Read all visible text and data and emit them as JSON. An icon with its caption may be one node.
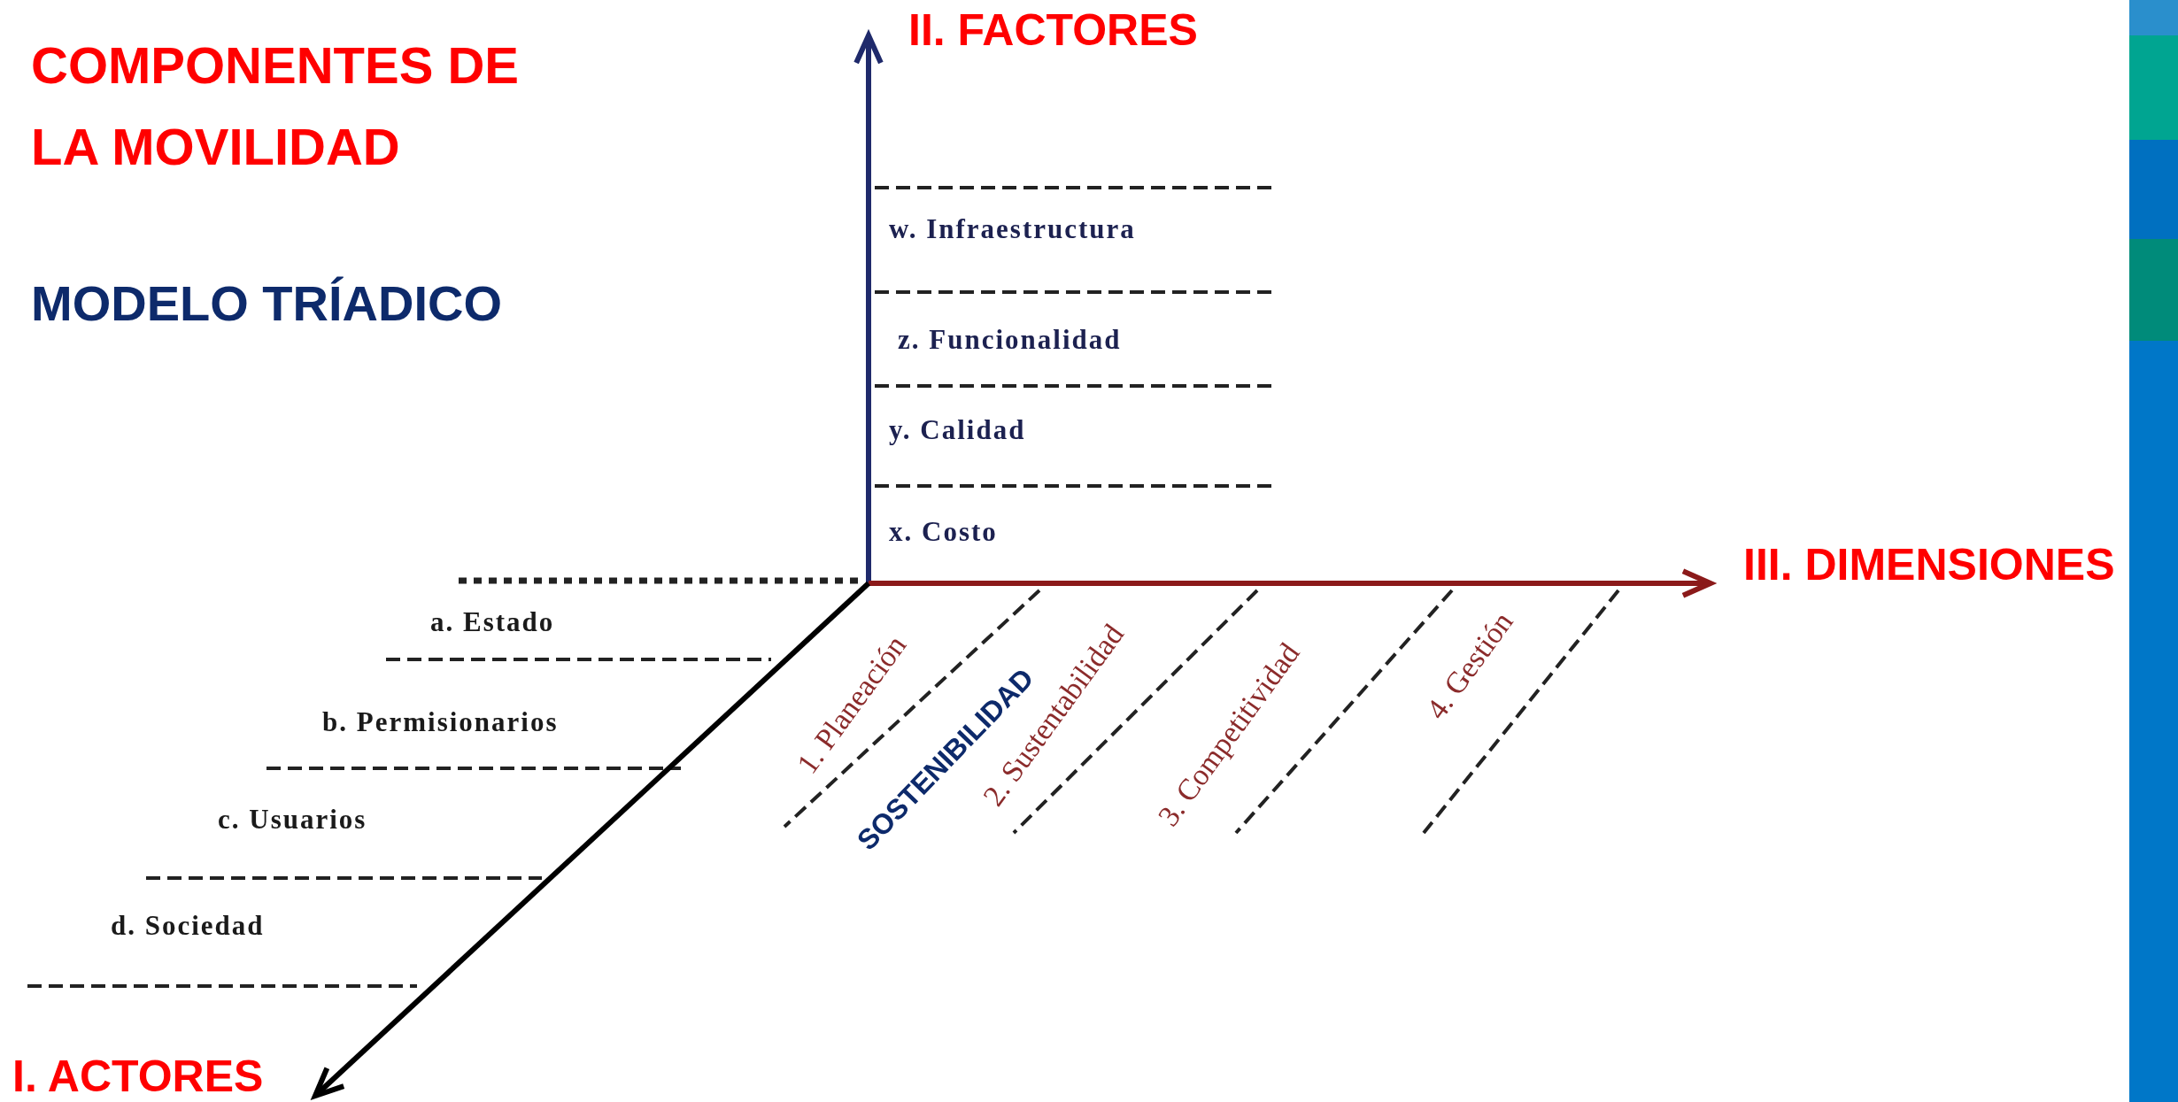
{
  "diagram": {
    "title": "COMPONENTES DE LA MOVILIDAD",
    "labels": [
      "MODELO TRÍADICO",
      "II. FACTORES",
      "w. Infraestructura",
      "z. Funcionalidad",
      "y. Calidad",
      "x. Costo",
      "III. DIMENSIONES",
      "a. Estado",
      "1. Planeación",
      "2. Sustentabilidad",
      "SOSTENIBILIDAD",
      "3. Competitividad",
      "4. Gestión",
      "b. Permisionarios",
      "c. Usuarios",
      "d. Sociedad",
      "I. ACTORES"
    ]
  }
}
